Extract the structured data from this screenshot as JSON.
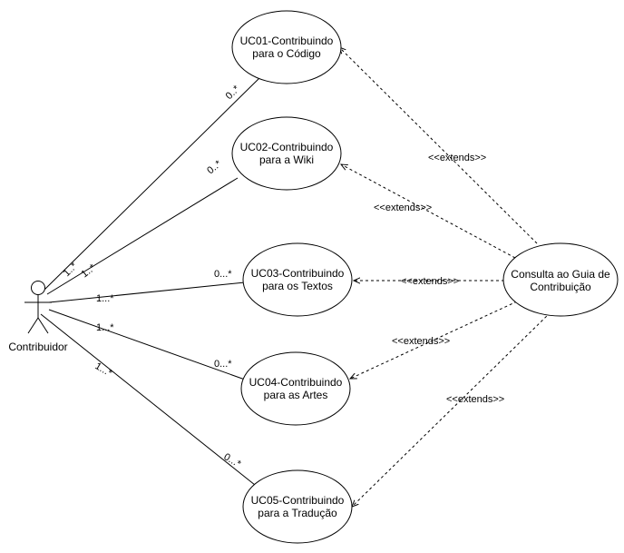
{
  "actor": {
    "name": "Contribuidor"
  },
  "hub": {
    "line1": "Consulta ao Guia de",
    "line2": "Contribuição"
  },
  "use_cases": [
    {
      "line1": "UC01-Contribuindo",
      "line2": "para o Código",
      "actor_mult": "1..*",
      "uc_mult": "0..*",
      "ext": "<<extends>>"
    },
    {
      "line1": "UC02-Contribuindo",
      "line2": "para a Wiki",
      "actor_mult": "1..*",
      "uc_mult": "0..*",
      "ext": "<<extends>>"
    },
    {
      "line1": "UC03-Contribuindo",
      "line2": "para os Textos",
      "actor_mult": "1...*",
      "uc_mult": "0...*",
      "ext": "<<extends>>"
    },
    {
      "line1": "UC04-Contribuindo",
      "line2": "para as Artes",
      "actor_mult": "1...*",
      "uc_mult": "0...*",
      "ext": "<<extends>>"
    },
    {
      "line1": "UC05-Contribuindo",
      "line2": "para a Tradução",
      "actor_mult": "1...*",
      "uc_mult": "0...*",
      "ext": "<<extends>>"
    }
  ]
}
